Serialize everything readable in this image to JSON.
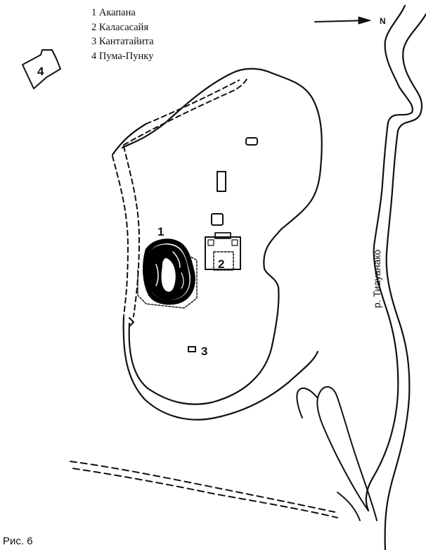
{
  "legend": [
    "1 Акапана",
    "2 Каласасайя",
    "3 Кантатайита",
    "4 Пума-Пунку"
  ],
  "north_label": "N",
  "river_label": "р. Тиауанако",
  "site_labels": {
    "akapana": "1",
    "kalasasaya": "2",
    "kantatayita": "3",
    "puma_punku": "4"
  },
  "caption": "Рис. 6"
}
